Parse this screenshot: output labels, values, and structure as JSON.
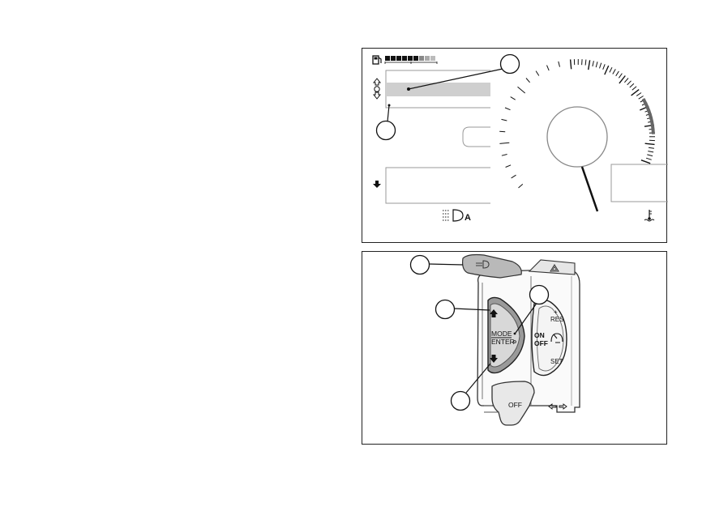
{
  "dashboard": {
    "headlight_mode_label": "A"
  },
  "switch_cube": {
    "mode_label": "MODE",
    "enter_label": "ENTER",
    "res_label": "RES",
    "res_plus": "+",
    "set_label": "SET",
    "on_label": "ON",
    "off_label": "OFF",
    "lower_switch_off_label": "OFF"
  }
}
